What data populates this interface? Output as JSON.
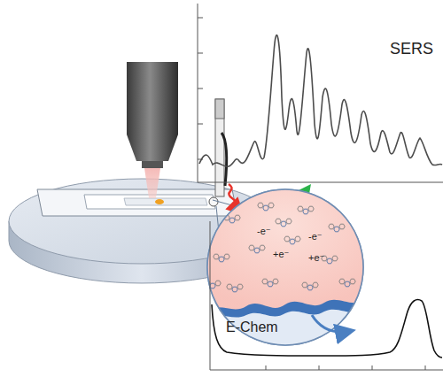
{
  "diagram": {
    "labels": [
      "SERS",
      "-e⁻",
      "-e⁻",
      "+e⁻",
      "+e⁻",
      "E-Chem"
    ]
  }
}
